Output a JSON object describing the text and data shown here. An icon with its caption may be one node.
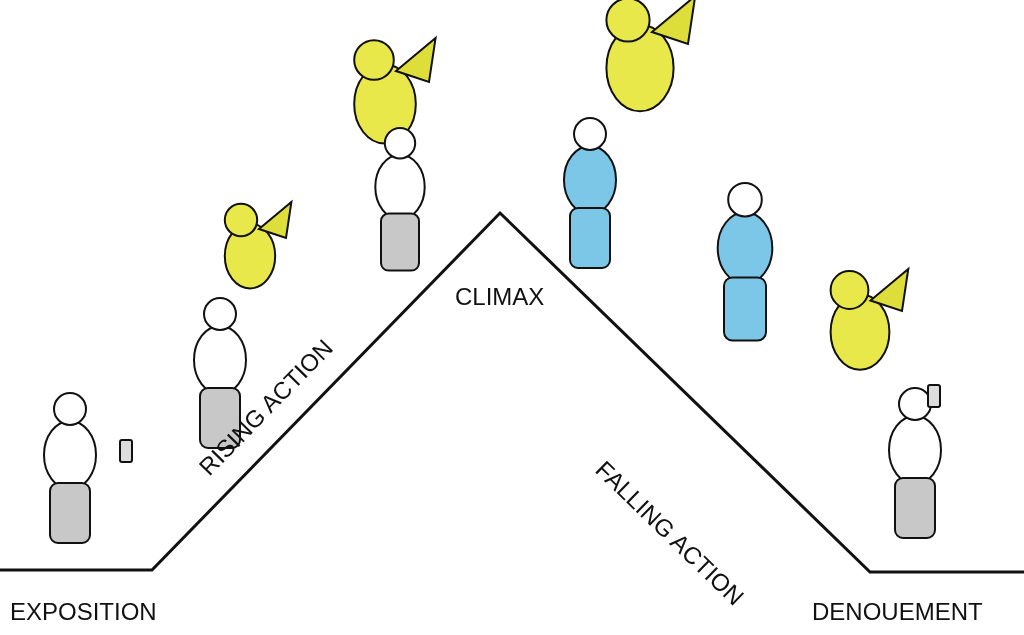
{
  "diagram": {
    "labels": [
      "EXPOSITION",
      "RISING ACTION",
      "CLIMAX",
      "FALLING ACTION",
      "DENOUEMENT"
    ]
  }
}
